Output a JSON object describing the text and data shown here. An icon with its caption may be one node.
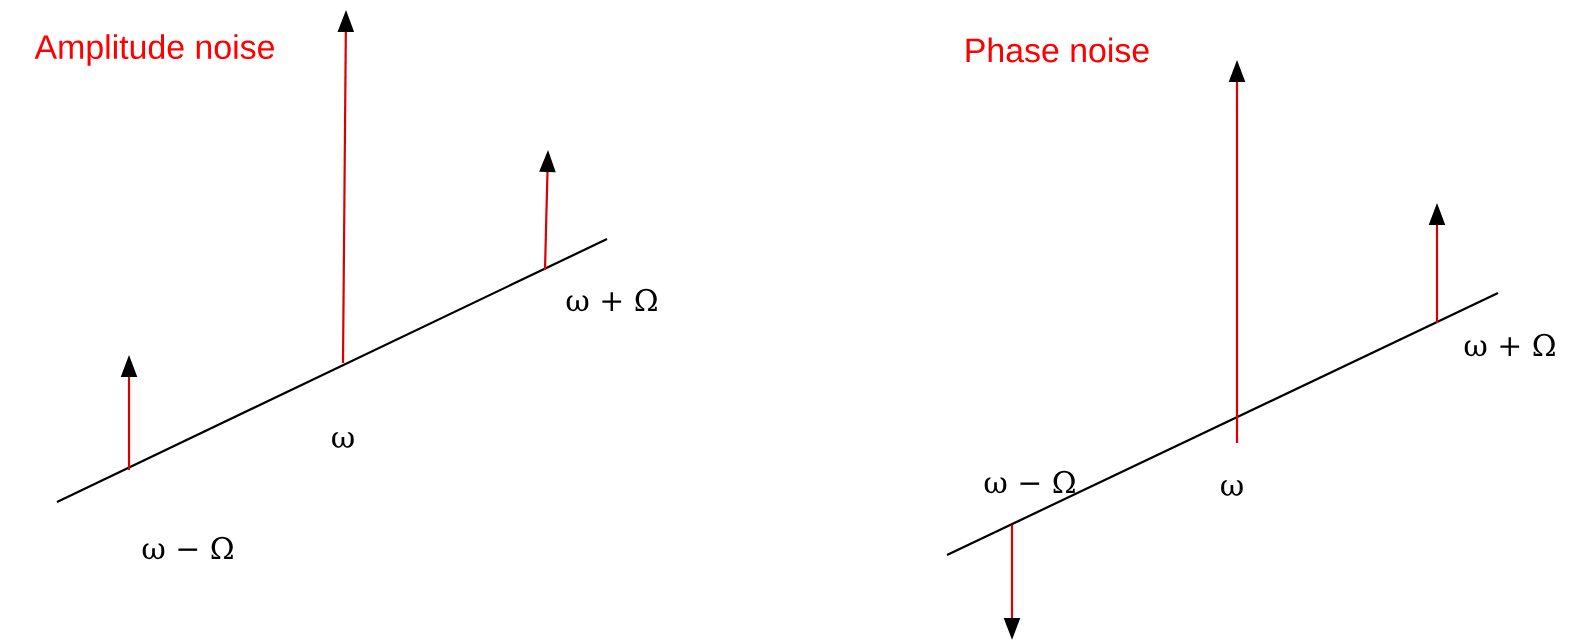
{
  "diagram": {
    "labels": [
      "Amplitude noise",
      "ω",
      "ω + Ω",
      "ω − Ω",
      "Phase noise",
      "ω − Ω",
      "ω",
      "ω + Ω"
    ]
  }
}
